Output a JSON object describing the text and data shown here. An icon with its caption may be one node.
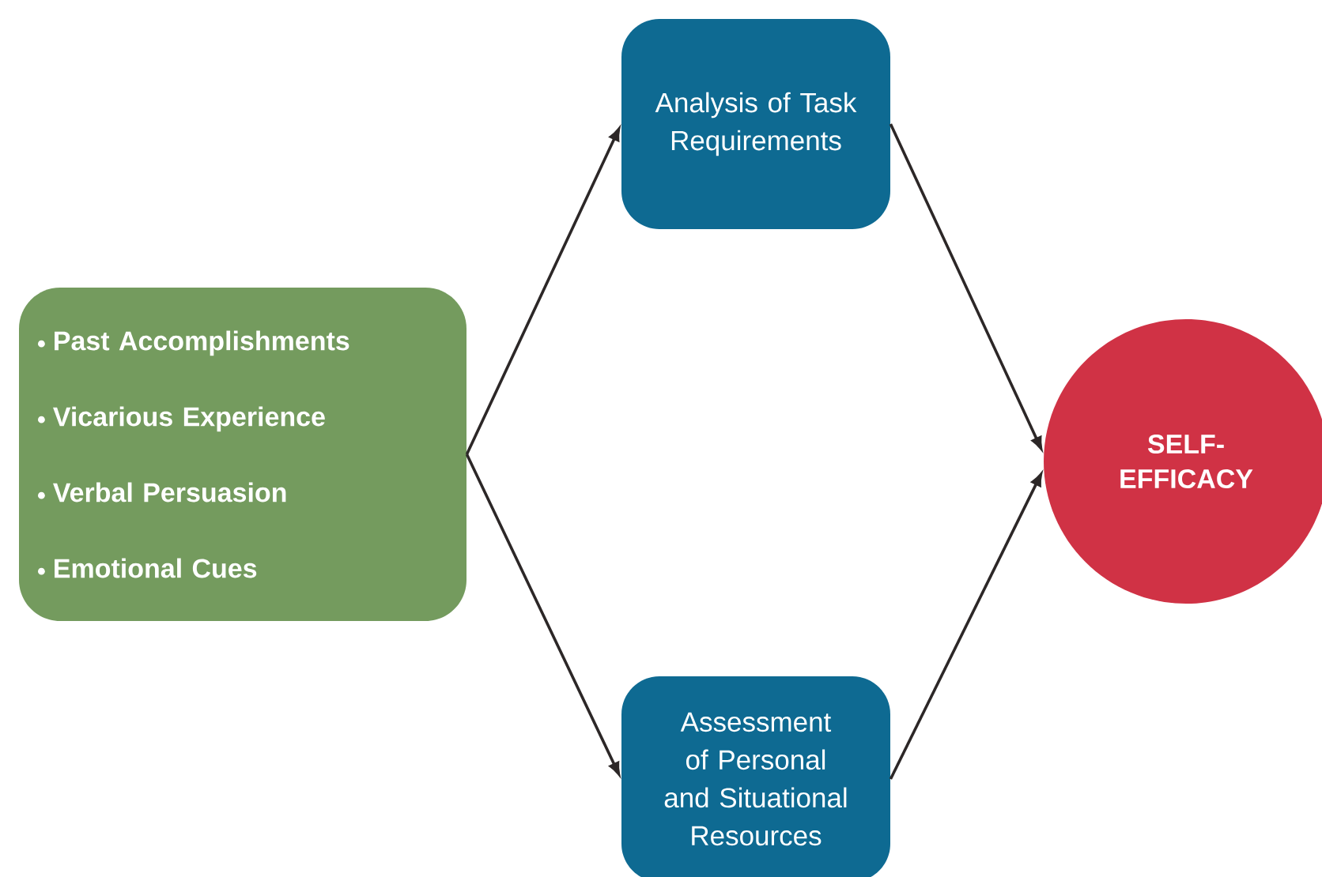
{
  "diagram": {
    "nodes": [
      {
        "text": [
          "Past Accomplishments",
          "Vicarious Experience",
          "Verbal Persuasion",
          "Emotional Cues"
        ]
      },
      {
        "text": [
          "Analysis of Task Requirements"
        ]
      },
      {
        "text": [
          "Assessment of Personal and Situational Resources"
        ]
      },
      {
        "text": [
          "SELF-EFFICACY"
        ]
      }
    ],
    "edges": [
      {
        "from": 0,
        "to": 1,
        "arrow": "to"
      },
      {
        "from": 0,
        "to": 2,
        "arrow": "to"
      },
      {
        "from": 1,
        "to": 3,
        "arrow": "to"
      },
      {
        "from": 2,
        "to": 3,
        "arrow": "to"
      }
    ]
  }
}
